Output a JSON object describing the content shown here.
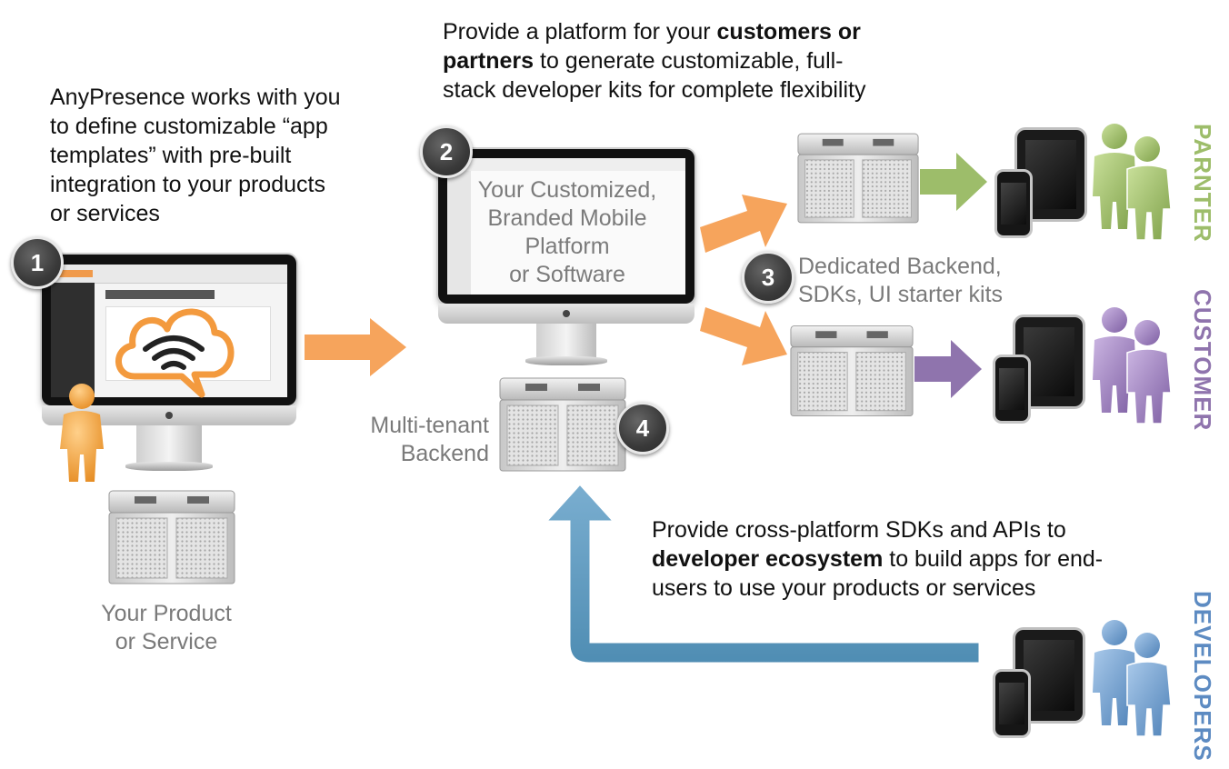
{
  "captions": {
    "step1": [
      "AnyPresence works with you",
      "to define customizable “app",
      "templates” with pre-built",
      "integration to your products",
      "or services"
    ],
    "step2_pre": "Provide a platform for your ",
    "step2_bold1": "customers or",
    "step2_bold2": "partners",
    "step2_mid": " to generate customizable, full-",
    "step2_line3": "stack developer kits for complete flexibility",
    "step3_bottom_line1": "Provide cross-platform SDKs and APIs to",
    "step3_bottom_bold": "developer ecosystem",
    "step3_bottom_mid": " to build apps for end-",
    "step3_bottom_line3": "users to use your products or services"
  },
  "screen_texts": {
    "monitor2": [
      "Your Customized,",
      "Branded Mobile",
      "Platform",
      "or Software"
    ]
  },
  "labels": {
    "product": [
      "Your Product",
      "or Service"
    ],
    "multitenant": [
      "Multi-tenant",
      "Backend"
    ],
    "dedicated": [
      "Dedicated Backend,",
      "SDKs, UI starter kits"
    ]
  },
  "badges": {
    "b1": "1",
    "b2": "2",
    "b3": "3",
    "b4": "4"
  },
  "audiences": {
    "partner": "PARNTER",
    "customer": "CUSTOMER",
    "developers": "DEVELOPERS"
  },
  "colors": {
    "orange_arrow": "#f6a45c",
    "green": "#9dbd6a",
    "purple": "#8f74ad",
    "blue": "#5f9bbd",
    "steel_blue_label": "#5d8bc2"
  },
  "icons": [
    "cloud-wifi-icon",
    "person-icon",
    "people-icon",
    "server-icon",
    "tablet-icon",
    "phone-icon"
  ]
}
